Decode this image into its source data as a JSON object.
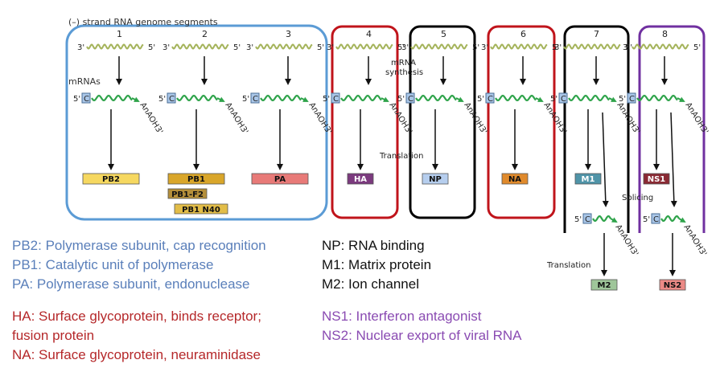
{
  "header": {
    "strand_label": "(–) strand RNA genome segments",
    "mrna_label": "mRNAs"
  },
  "segments": [
    {
      "number": "1",
      "protein": "PB2"
    },
    {
      "number": "2",
      "protein": "PB1",
      "extra": [
        "PB1-F2",
        "PB1 N40"
      ]
    },
    {
      "number": "3",
      "protein": "PA"
    },
    {
      "number": "4",
      "protein": "HA"
    },
    {
      "number": "5",
      "protein": "NP"
    },
    {
      "number": "6",
      "protein": "NA"
    },
    {
      "number": "7",
      "protein": "M1",
      "spliced": "M2"
    },
    {
      "number": "8",
      "protein": "NS1",
      "spliced": "NS2"
    }
  ],
  "end_labels": {
    "three_prime": "3'",
    "five_prime": "5'",
    "cap": "C",
    "polyA": "AnAOH3'"
  },
  "process_labels": {
    "mrna_synthesis": "mRNA\nsynthesis",
    "translation": "Translation",
    "splicing": "Splicing",
    "translation2": "Translation"
  },
  "legend": {
    "blue": [
      "PB2: Polymerase subunit, cap recognition",
      "PB1: Catalytic unit of polymerase",
      "PA: Polymerase subunit, endonuclease"
    ],
    "red": [
      "HA: Surface glycoprotein, binds receptor;",
      "fusion protein",
      "NA: Surface glycoprotein, neuraminidase"
    ],
    "black": [
      "NP: RNA binding",
      "M1: Matrix protein",
      "M2: Ion channel"
    ],
    "purple": [
      "NS1: Interferon antagonist",
      "NS2: Nuclear export of viral RNA"
    ]
  },
  "colors": {
    "box_blue": "#5b9bd5",
    "box_red": "#c0141b",
    "box_black": "#000000",
    "box_purple": "#7030a0",
    "vrna": "#a4b35a",
    "mrna": "#2ea34a",
    "cap_fill": "#a9c6e8",
    "PB2": "#f6d860",
    "PB1": "#d9a62a",
    "PB1-F2": "#b58f3a",
    "PB1 N40": "#e2bd48",
    "PA": "#e87a78",
    "HA": "#7b3a7e",
    "NP": "#b6ceee",
    "NA": "#e08a2c",
    "M1": "#4f94a8",
    "M2": "#9fc69a",
    "NS1": "#8a2a34",
    "NS2": "#ec8a86"
  }
}
